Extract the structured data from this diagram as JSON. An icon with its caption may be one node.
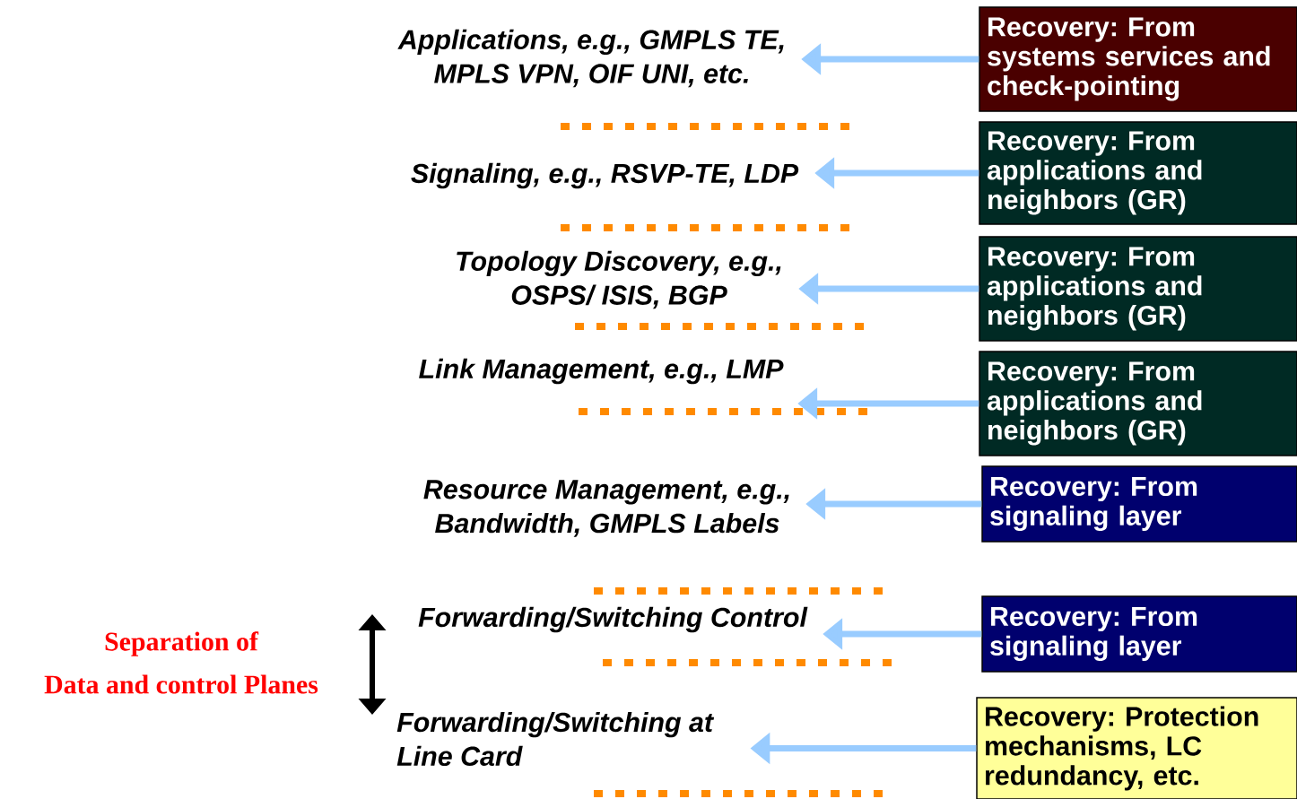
{
  "diagram": {
    "nodes": [
      {
        "text": [
          "Applications, e.g., GMPLS TE, MPLS VPN, OIF UNI, etc."
        ]
      },
      {
        "text": [
          "Signaling, e.g., RSVP-TE, LDP"
        ]
      },
      {
        "text": [
          "Topology Discovery, e.g., OSPS/ ISIS, BGP"
        ]
      },
      {
        "text": [
          "Link Management, e.g., LMP"
        ]
      },
      {
        "text": [
          "Resource  Management, e.g., Bandwidth, GMPLS Labels"
        ]
      },
      {
        "text": [
          "Forwarding/Switching Control"
        ]
      },
      {
        "text": [
          "Forwarding/Switching at Line Card"
        ]
      },
      {
        "text": [
          "Recovery: From systems services and check-pointing"
        ]
      },
      {
        "text": [
          "Recovery: From applications and neighbors (GR)"
        ]
      },
      {
        "text": [
          "Recovery: From applications and neighbors (GR)"
        ]
      },
      {
        "text": [
          "Recovery: From applications and neighbors (GR)"
        ]
      },
      {
        "text": [
          "Recovery: From signaling layer"
        ]
      },
      {
        "text": [
          "Recovery: From signaling layer"
        ]
      },
      {
        "text": [
          "Recovery: Protection mechanisms, LC redundancy, etc."
        ]
      }
    ],
    "edges": [
      {
        "from": 7,
        "to": 0,
        "arrow": "to"
      },
      {
        "from": 8,
        "to": 1,
        "arrow": "to"
      },
      {
        "from": 9,
        "to": 2,
        "arrow": "to"
      },
      {
        "from": 10,
        "to": 3,
        "arrow": "to"
      },
      {
        "from": 11,
        "to": 4,
        "arrow": "to"
      },
      {
        "from": 12,
        "to": 5,
        "arrow": "to"
      },
      {
        "from": 13,
        "to": 6,
        "arrow": "to"
      }
    ],
    "labels": [
      "Separation of",
      "Data and control Planes"
    ]
  }
}
